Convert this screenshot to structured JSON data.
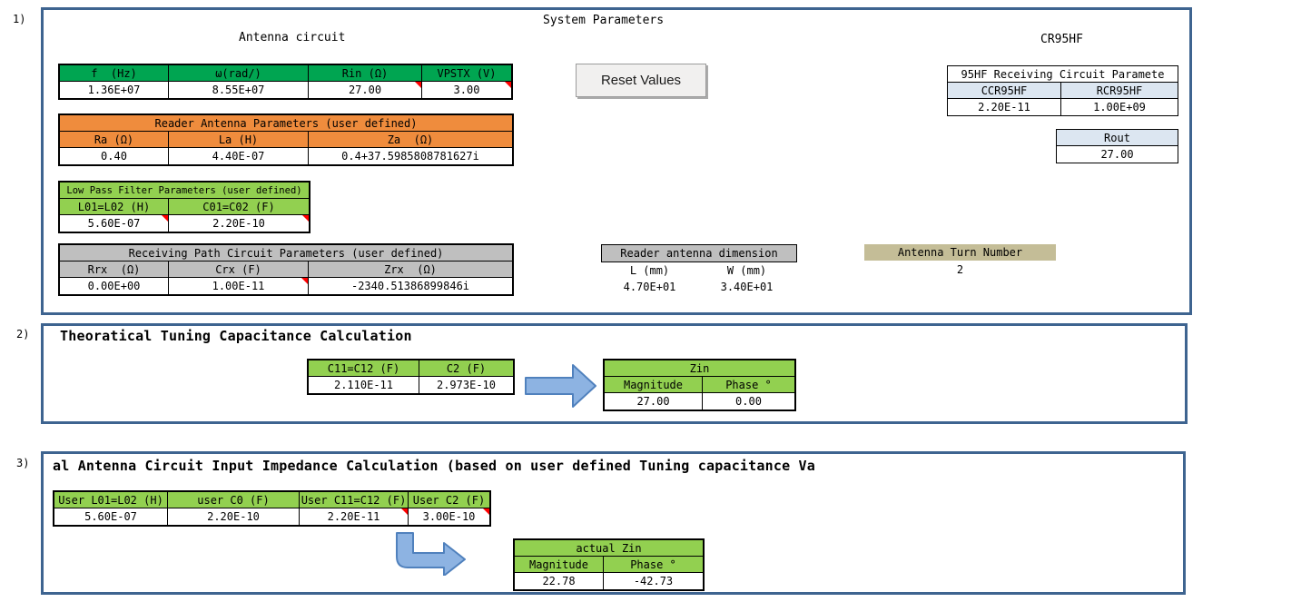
{
  "labels": {
    "s1": "1)",
    "s2": "2)",
    "s3": "3)"
  },
  "s1": {
    "title": "System Parameters",
    "antenna_circuit": "Antenna circuit",
    "cr95hf": "CR95HF",
    "reset": "Reset Values",
    "main": {
      "headers": [
        "f  (Hz)",
        "ω(rad/)",
        "Rin (Ω)",
        "VPSTX (V)"
      ],
      "values": [
        "1.36E+07",
        "8.55E+07",
        "27.00",
        "3.00"
      ]
    },
    "reader": {
      "title": "Reader Antenna Parameters (user defined)",
      "headers": [
        "Ra (Ω)",
        "La (H)",
        "Za  (Ω)"
      ],
      "values": [
        "0.40",
        "4.40E-07",
        "0.4+37.5985808781627i"
      ]
    },
    "lowpass": {
      "title": "Low Pass Filter Parameters (user defined)",
      "headers": [
        "L01=L02 (H)",
        "C01=C02 (F)"
      ],
      "values": [
        "5.60E-07",
        "2.20E-10"
      ]
    },
    "rx": {
      "title": "Receiving Path Circuit Parameters (user defined)",
      "headers": [
        "Rrx  (Ω)",
        "Crx (F)",
        "Zrx  (Ω)"
      ],
      "values": [
        "0.00E+00",
        "1.00E-11",
        "-2340.51386899846i"
      ]
    },
    "dim": {
      "title": "Reader antenna dimension",
      "headers": [
        "L (mm)",
        "W (mm)"
      ],
      "values": [
        "4.70E+01",
        "3.40E+01"
      ]
    },
    "turns": {
      "title": "Antenna Turn Number",
      "value": "2"
    },
    "cr95": {
      "title": "95HF Receiving Circuit Paramete",
      "headers": [
        "CCR95HF",
        "RCR95HF"
      ],
      "values": [
        "2.20E-11",
        "1.00E+09"
      ]
    },
    "rout": {
      "title": "Rout",
      "value": "27.00"
    }
  },
  "s2": {
    "title": "Theoratical Tuning Capacitance Calculation",
    "cap": {
      "headers": [
        "C11=C12 (F)",
        "C2 (F)"
      ],
      "values": [
        "2.110E-11",
        "2.973E-10"
      ]
    },
    "zin": {
      "title": "Zin",
      "headers": [
        "Magnitude",
        "Phase °"
      ],
      "values": [
        "27.00",
        "0.00"
      ]
    }
  },
  "s3": {
    "title": "al Antenna Circuit Input Impedance Calculation (based on user defined Tuning capacitance Va",
    "user": {
      "headers": [
        "User L01=L02 (H)",
        "user C0 (F)",
        "User C11=C12 (F)",
        "User C2 (F)"
      ],
      "values": [
        "5.60E-07",
        "2.20E-10",
        "2.20E-11",
        "3.00E-10"
      ]
    },
    "zin": {
      "title": "actual Zin",
      "headers": [
        "Magnitude",
        "Phase °"
      ],
      "values": [
        "22.78",
        "-42.73"
      ]
    }
  },
  "colors": {
    "box_border": "#3E6490",
    "green": "#00A551",
    "light_green": "#92D050",
    "orange": "#EF8C3D",
    "gray": "#BFBFBF",
    "light_blue": "#DCE6F1",
    "tan": "#C4BD97",
    "arrow_fill": "#8DB3E2",
    "arrow_stroke": "#5081BD",
    "comment_red": "#FF0000"
  }
}
